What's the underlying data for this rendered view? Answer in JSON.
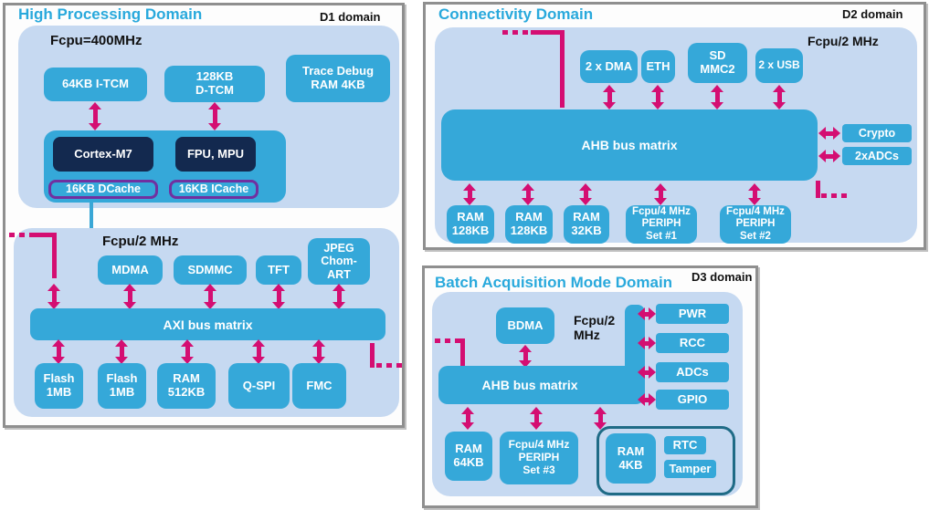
{
  "colors": {
    "block_cyan": "#35a8d9",
    "panel_blue": "#c6d9f1",
    "navy": "#13294f",
    "pink": "#d40e72",
    "purple_outline": "#7030a0",
    "teal_outline": "#1f6b86",
    "title_cyan": "#29a9dc"
  },
  "d1": {
    "title": "High Processing Domain",
    "domain": "D1 domain",
    "core": {
      "freq": "Fcpu=400MHz",
      "itcm": "64KB I-TCM",
      "dtcm": "128KB\nD-TCM",
      "trace": "Trace Debug\nRAM 4KB",
      "cpu": "Cortex-M7",
      "fpu": "FPU, MPU",
      "dcache": "16KB DCache",
      "icache": "16KB ICache"
    },
    "bus": {
      "freq": "Fcpu/2 MHz",
      "label": "AXI bus matrix",
      "top": [
        "MDMA",
        "SDMMC",
        "TFT",
        "JPEG\nChom-\nART"
      ],
      "bottom": [
        "Flash\n1MB",
        "Flash\n1MB",
        "RAM\n512KB",
        "Q-SPI",
        "FMC"
      ]
    }
  },
  "d2": {
    "title": "Connectivity Domain",
    "domain": "D2 domain",
    "freq": "Fcpu/2 MHz",
    "bus_label": "AHB bus matrix",
    "top": [
      "2 x DMA",
      "ETH",
      "SD\nMMC2",
      "2 x USB"
    ],
    "right": [
      "Crypto",
      "2xADCs"
    ],
    "bottom": [
      "RAM\n128KB",
      "RAM\n128KB",
      "RAM\n32KB",
      "Fcpu/4 MHz\nPERIPH\nSet #1",
      "Fcpu/4 MHz\nPERIPH\nSet #2"
    ]
  },
  "d3": {
    "title": "Batch Acquisition Mode Domain",
    "domain": "D3 domain",
    "freq": "Fcpu/2\nMHz",
    "bdma": "BDMA",
    "bus_label": "AHB bus matrix",
    "right": [
      "PWR",
      "RCC",
      "ADCs",
      "GPIO"
    ],
    "bottom": [
      "RAM\n64KB",
      "Fcpu/4 MHz\nPERIPH\nSet #3"
    ],
    "backup": {
      "ram": "RAM\n4KB",
      "rtc": "RTC",
      "tamper": "Tamper"
    }
  }
}
